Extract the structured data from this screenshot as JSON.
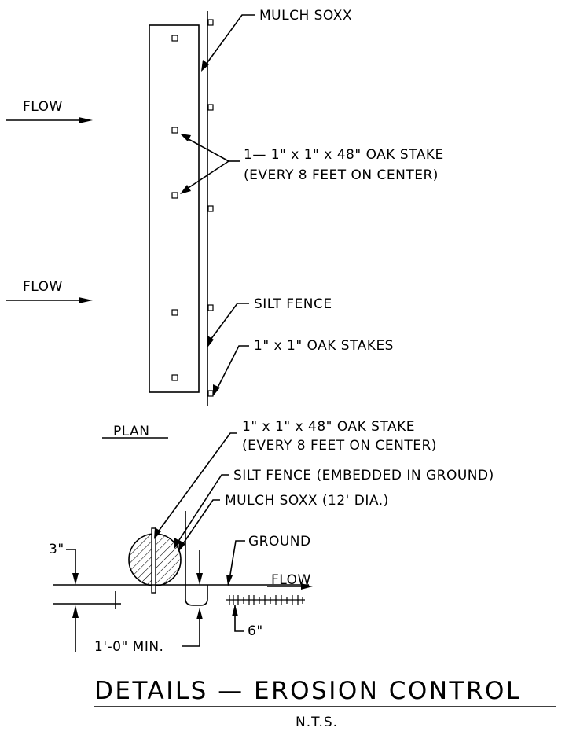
{
  "plan": {
    "label": "PLAN",
    "flow_top": "FLOW",
    "flow_bottom": "FLOW",
    "mulch_soxx": "MULCH SOXX",
    "oak_stake_line1": "1— 1\" x 1\" x 48\" OAK STAKE",
    "oak_stake_line2": "(EVERY 8 FEET ON CENTER)",
    "silt_fence": "SILT FENCE",
    "oak_stakes": "1\" x 1\" OAK STAKES"
  },
  "section": {
    "oak_stake_line1": "1\" x 1\" x 48\" OAK STAKE",
    "oak_stake_line2": "(EVERY 8 FEET ON CENTER)",
    "silt_fence": "SILT FENCE (EMBEDDED IN GROUND)",
    "mulch_soxx": "MULCH SOXX (12' DIA.)",
    "ground": "GROUND",
    "flow": "FLOW",
    "dim_3in": "3\"",
    "dim_min": "1'-0\" MIN.",
    "dim_6in": "6\""
  },
  "title": {
    "main": "DETAILS — EROSION CONTROL",
    "scale": "N.T.S."
  }
}
